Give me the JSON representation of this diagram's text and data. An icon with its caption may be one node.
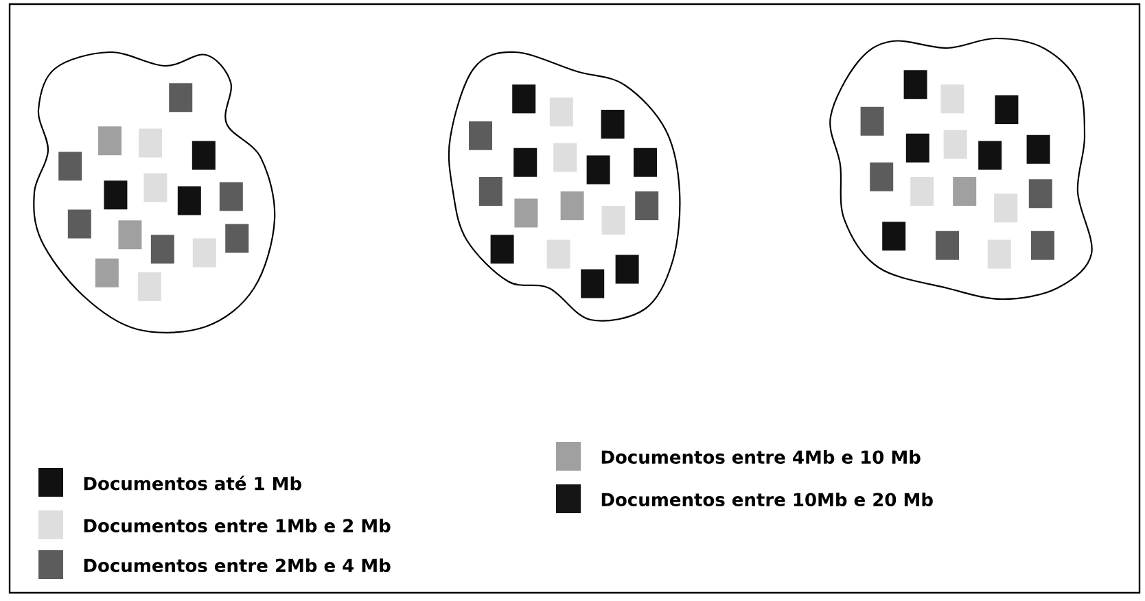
{
  "diagram": {
    "legend": [
      {
        "text": "Documentos até 1 Mb",
        "color": "#111111"
      },
      {
        "text": "Documentos entre 1Mb e 2 Mb",
        "color": "#dedede"
      },
      {
        "text": "Documentos entre 2Mb e 4 Mb",
        "color": "#5c5c5c"
      },
      {
        "text": "Documentos entre 4Mb e 10 Mb",
        "color": "#a0a0a0"
      },
      {
        "text": "Documentos entre 10Mb e 20 Mb",
        "color": "#141414"
      }
    ]
  }
}
